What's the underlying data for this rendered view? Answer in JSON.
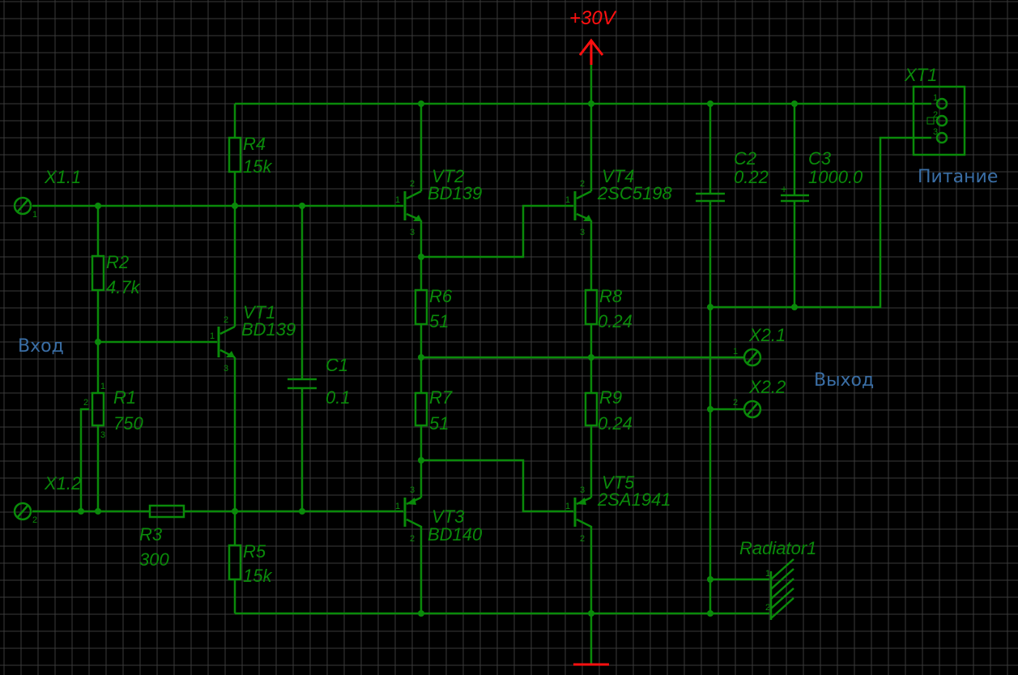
{
  "power": {
    "label": "+30V",
    "color": "#ff1010"
  },
  "nets": {
    "input": "Вход",
    "output": "Выход",
    "supply": "Питание"
  },
  "connectors": {
    "x11": {
      "ref": "X1.1",
      "pin": "1"
    },
    "x12": {
      "ref": "X1.2",
      "pin": "2"
    },
    "x21": {
      "ref": "X2.1",
      "pin": "1"
    },
    "x22": {
      "ref": "X2.2",
      "pin": "2"
    },
    "xt1": {
      "ref": "XT1",
      "pins": [
        "1",
        "2",
        "3"
      ]
    },
    "radiator": {
      "ref": "Radiator1",
      "pins": [
        "1",
        "2"
      ]
    }
  },
  "resistors": {
    "r1": {
      "ref": "R1",
      "value": "750",
      "pins": [
        "1",
        "2",
        "3"
      ]
    },
    "r2": {
      "ref": "R2",
      "value": "4.7k"
    },
    "r3": {
      "ref": "R3",
      "value": "300"
    },
    "r4": {
      "ref": "R4",
      "value": "15k"
    },
    "r5": {
      "ref": "R5",
      "value": "15k"
    },
    "r6": {
      "ref": "R6",
      "value": "51"
    },
    "r7": {
      "ref": "R7",
      "value": "51"
    },
    "r8": {
      "ref": "R8",
      "value": "0.24"
    },
    "r9": {
      "ref": "R9",
      "value": "0.24"
    }
  },
  "capacitors": {
    "c1": {
      "ref": "C1",
      "value": "0.1"
    },
    "c2": {
      "ref": "C2",
      "value": "0.22"
    },
    "c3": {
      "ref": "C3",
      "value": "1000.0",
      "polarity": "+"
    }
  },
  "transistors": {
    "vt1": {
      "ref": "VT1",
      "part": "BD139"
    },
    "vt2": {
      "ref": "VT2",
      "part": "BD139"
    },
    "vt3": {
      "ref": "VT3",
      "part": "BD140"
    },
    "vt4": {
      "ref": "VT4",
      "part": "2SC5198"
    },
    "vt5": {
      "ref": "VT5",
      "part": "2SA1941"
    }
  },
  "tpins": {
    "b": "1",
    "c": "2",
    "e": "3"
  },
  "colors": {
    "wire": "#0a8a0a",
    "grid": "#3a3a3a",
    "net_label": "#3a6ea5",
    "background": "#000000"
  }
}
